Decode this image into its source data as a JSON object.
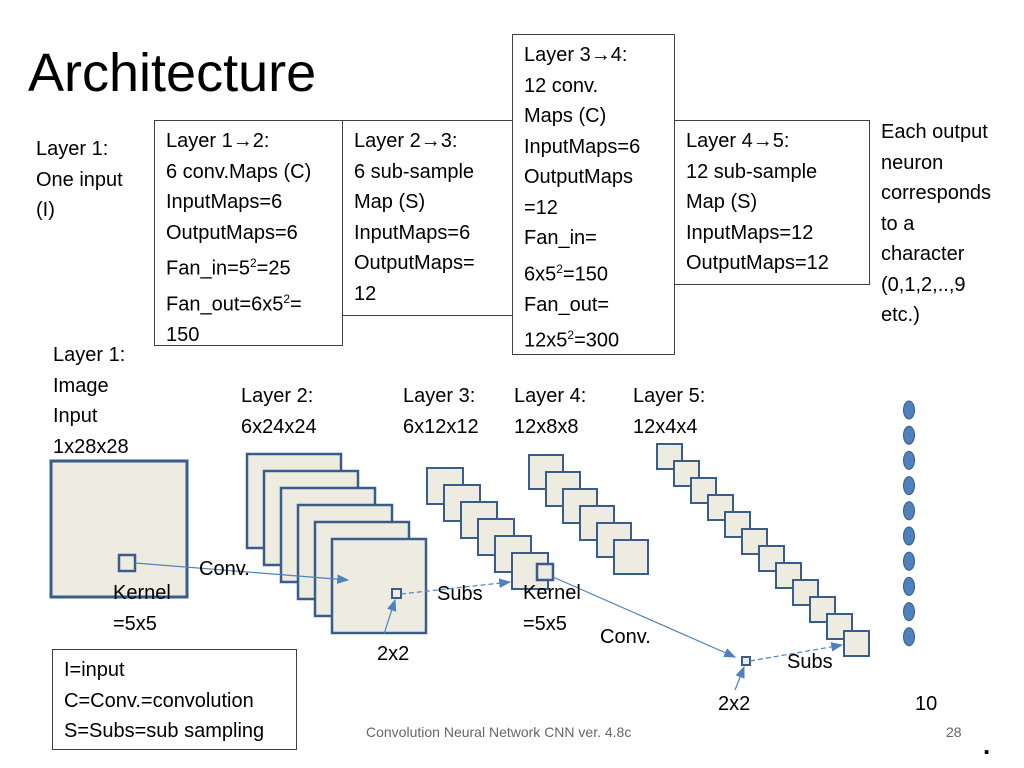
{
  "title": "Architecture",
  "layer1_top": {
    "lines": [
      "Layer 1:",
      "One input",
      "(I)"
    ]
  },
  "box_1_2": {
    "layer_from": "Layer 1",
    "arrow": "→",
    "layer_to": "2:",
    "lines": [
      "6 conv.Maps (C)",
      "InputMaps=6",
      "OutputMaps=6"
    ],
    "fan_in_pre": "Fan_in=5",
    "fan_in_sup": "2",
    "fan_in_post": "=25",
    "fan_out_pre": "Fan_out=6x5",
    "fan_out_sup": "2",
    "fan_out_post": "=",
    "fan_out_val": "150"
  },
  "box_2_3": {
    "layer_from": "Layer 2",
    "arrow": "→",
    "layer_to": "3:",
    "lines": [
      "6 sub-sample",
      "Map (S)",
      "InputMaps=6",
      "OutputMaps=",
      "12"
    ]
  },
  "box_3_4": {
    "layer_from": "Layer 3",
    "arrow": "→",
    "layer_to": "4:",
    "lines": [
      "12 conv.",
      "Maps (C)",
      "InputMaps=6",
      "OutputMaps",
      "=12",
      "Fan_in="
    ],
    "fan_in_pre": "6x5",
    "fan_in_sup": "2",
    "fan_in_post": "=150",
    "fan_out_label": "Fan_out=",
    "fan_out_pre": "12x5",
    "fan_out_sup": "2",
    "fan_out_post": "=300"
  },
  "box_4_5": {
    "layer_from": "Layer 4",
    "arrow": "→",
    "layer_to": "5:",
    "lines": [
      "12 sub-sample",
      "Map (S)",
      "InputMaps=12",
      "OutputMaps=12"
    ]
  },
  "output_note": {
    "lines": [
      "Each output",
      "neuron",
      "corresponds",
      "to a",
      "character",
      "(0,1,2,..,9",
      "etc.)"
    ]
  },
  "layer_labels": {
    "l1": [
      "Layer 1:",
      "Image",
      "Input",
      "1x28x28"
    ],
    "l2": [
      "Layer 2:",
      "6x24x24"
    ],
    "l3": [
      "Layer 3:",
      "6x12x12"
    ],
    "l4": [
      "Layer 4:",
      "12x8x8"
    ],
    "l5": [
      "Layer 5:",
      "12x4x4"
    ]
  },
  "annotations": {
    "kernel1": [
      "Kernel",
      "=5x5"
    ],
    "conv1": "Conv.",
    "subs1": "Subs",
    "pool1": "2x2",
    "kernel2": [
      "Kernel",
      "=5x5"
    ],
    "conv2": "Conv.",
    "subs2": "Subs",
    "pool2": "2x2",
    "output_count": "10"
  },
  "legend": {
    "lines": [
      "I=input",
      "C=Conv.=convolution",
      "S=Subs=sub sampling"
    ]
  },
  "footer": {
    "text": "Convolution Neural Network CNN ver. 4.8c",
    "page": "28",
    "dot": "."
  },
  "colors": {
    "map_fill": "#eeece1",
    "map_stroke": "#385d8a",
    "neuron_fill": "#4f81bd",
    "arrow": "#4f81bd",
    "box_border": "#404040"
  },
  "structure": {
    "layer2_maps": 6,
    "layer3_maps": 6,
    "layer4_maps": 6,
    "layer5_maps": 12,
    "output_neurons": 10
  }
}
